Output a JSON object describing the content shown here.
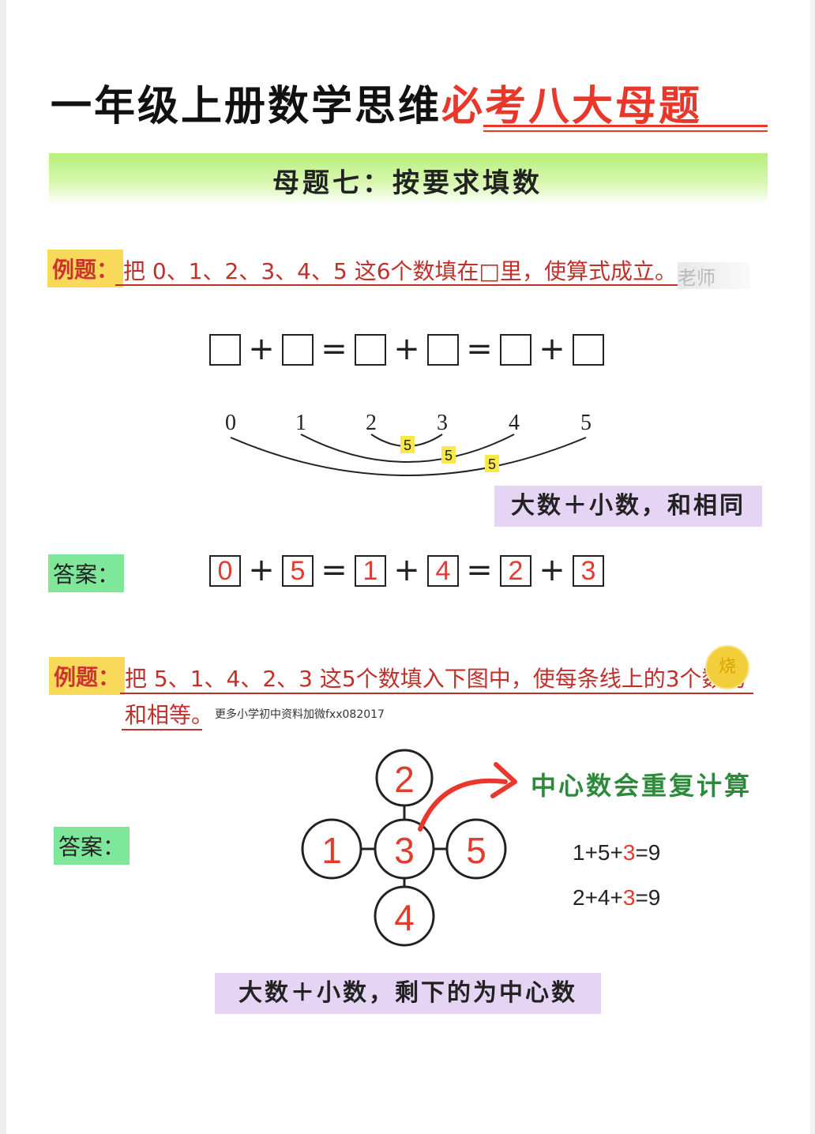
{
  "title": {
    "black": "一年级上册数学思维",
    "red": "必考八大母题"
  },
  "banner": {
    "text": "母题七：按要求填数"
  },
  "example1": {
    "tag": "例题：",
    "text": "把 0、1、2、3、4、5 这6个数填在□里，使算式成立。",
    "blurred": "老师",
    "equation_ops": [
      "+",
      "=",
      "+",
      "=",
      "+"
    ],
    "number_line": {
      "numbers": [
        "0",
        "1",
        "2",
        "3",
        "4",
        "5"
      ],
      "pair_sums": [
        "5",
        "5",
        "5"
      ]
    },
    "hint": "大数＋小数，和相同",
    "answer_tag": "答案：",
    "answer": [
      "0",
      "5",
      "1",
      "4",
      "2",
      "3"
    ]
  },
  "example2": {
    "tag": "例题：",
    "text_line1": "把 5、1、4、2、3 这5个数填入下图中，使每条线上的3个数的",
    "text_line2": "和相等。",
    "watermark": "更多小学初中资料加微fxx082017",
    "badge": "烧",
    "answer_tag": "答案：",
    "diagram": {
      "top": "2",
      "left": "1",
      "center": "3",
      "right": "5",
      "bottom": "4"
    },
    "note": "中心数会重复计算",
    "sums": [
      {
        "a": "1+5+",
        "c": "3",
        "b": "=9"
      },
      {
        "a": "2+4+",
        "c": "3",
        "b": "=9"
      }
    ],
    "hint": "大数＋小数，剩下的为中心数"
  },
  "colors": {
    "red": "#e23b2f",
    "banner_green": "#b6ef7c",
    "yellow_tag": "#f9d95a",
    "green_tag": "#7fe79a",
    "hint_purple": "#e6d4f5"
  }
}
